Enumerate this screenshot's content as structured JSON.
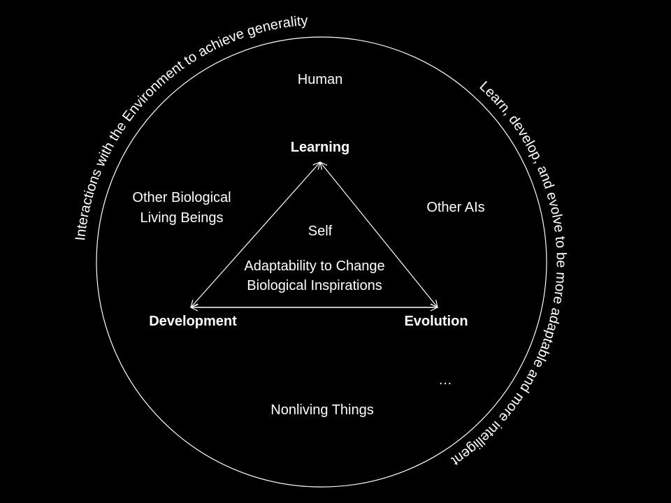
{
  "arc_text": {
    "outer_left": "Interactions with the Environment to achieve generality",
    "outer_right": "Learn, develop, and evolve to be more adaptable and more intelligent"
  },
  "vertices": {
    "top": "Learning",
    "left": "Development",
    "right": "Evolution"
  },
  "inner": {
    "self": "Self",
    "line1": "Adaptability to Change",
    "line2": "Biological Inspirations"
  },
  "outer": {
    "human": "Human",
    "bio_line1": "Other Biological",
    "bio_line2": "Living Beings",
    "ais": "Other AIs",
    "ellipsis": "…",
    "nonliving": "Nonliving Things"
  },
  "colors": {
    "background": "#000000",
    "foreground": "#ffffff"
  }
}
